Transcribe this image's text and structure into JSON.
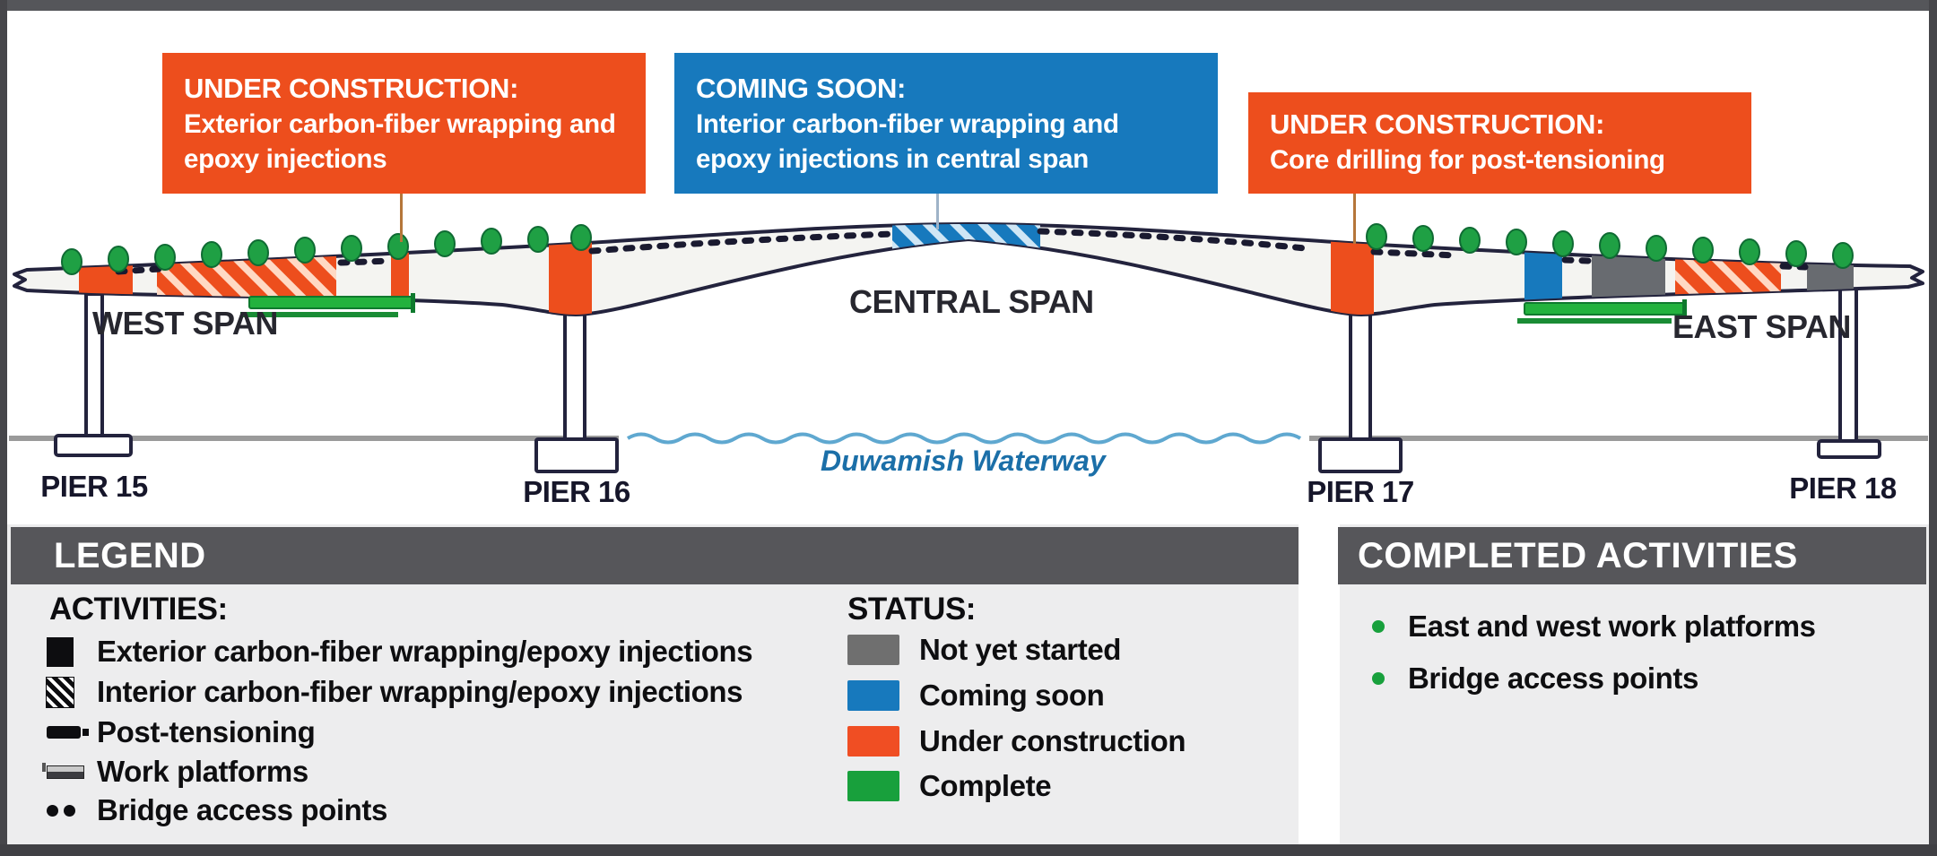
{
  "colors": {
    "orange": "#ED4E1D",
    "blue": "#1779BD",
    "green": "#18A03C",
    "gray": "#6F6F6F",
    "header_gray": "#56565A",
    "water_blue": "#5FA8D0",
    "water_text_blue": "#1B6FA8"
  },
  "callouts": [
    {
      "status": "UNDER CONSTRUCTION:",
      "description": "Exterior carbon-fiber wrapping and epoxy injections",
      "color": "#ED4E1D"
    },
    {
      "status": "COMING SOON:",
      "description": "Interior carbon-fiber wrapping and epoxy injections in central span",
      "color": "#1779BD"
    },
    {
      "status": "UNDER CONSTRUCTION:",
      "description": "Core drilling for post-tensioning",
      "color": "#ED4E1D"
    }
  ],
  "bridge": {
    "spans": [
      {
        "label": "WEST SPAN"
      },
      {
        "label": "CENTRAL SPAN"
      },
      {
        "label": "EAST SPAN"
      }
    ],
    "piers": [
      {
        "label": "PIER 15"
      },
      {
        "label": "PIER 16"
      },
      {
        "label": "PIER 17"
      },
      {
        "label": "PIER 18"
      }
    ],
    "waterway_label": "Duwamish Waterway"
  },
  "legend": {
    "title": "LEGEND",
    "activities_heading": "ACTIVITIES:",
    "activities": [
      {
        "icon": "solid-black-square",
        "label": "Exterior carbon-fiber wrapping/epoxy injections"
      },
      {
        "icon": "hatched-square",
        "label": "Interior carbon-fiber wrapping/epoxy injections"
      },
      {
        "icon": "black-bar",
        "label": "Post-tensioning"
      },
      {
        "icon": "platform-bar",
        "label": "Work platforms"
      },
      {
        "icon": "two-dots",
        "label": "Bridge access points"
      }
    ],
    "status_heading": "STATUS:",
    "statuses": [
      {
        "color": "#6F6F6F",
        "label": "Not yet started"
      },
      {
        "color": "#1779BD",
        "label": "Coming soon"
      },
      {
        "color": "#F04E23",
        "label": "Under construction"
      },
      {
        "color": "#18A03C",
        "label": "Complete"
      }
    ]
  },
  "completed": {
    "title": "COMPLETED ACTIVITIES",
    "items": [
      {
        "label": "East and west work platforms"
      },
      {
        "label": "Bridge access points"
      }
    ]
  }
}
